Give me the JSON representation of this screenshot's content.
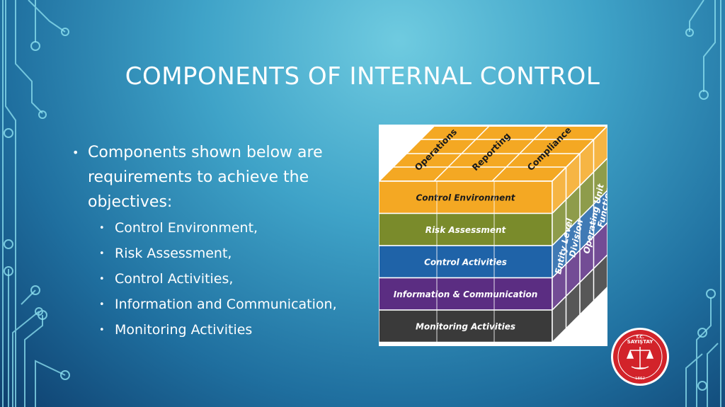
{
  "slide": {
    "title": "COMPONENTS OF INTERNAL CONTROL"
  },
  "body": {
    "main_bullet": "Components shown below are requirements to achieve the objectives:",
    "sub_bullets": [
      "Control Environment,",
      "Risk Assessment,",
      "Control Activities,",
      "Information and Communication,",
      "Monitoring Activities"
    ]
  },
  "cube": {
    "top_labels": [
      "Operations",
      "Reporting",
      "Compliance"
    ],
    "front_layers": [
      {
        "label": "Control Environment",
        "color": "#f4a823",
        "text_color": "#1a1a1a"
      },
      {
        "label": "Risk Assessment",
        "color": "#7a8b2b",
        "text_color": "#ffffff"
      },
      {
        "label": "Control Activities",
        "color": "#1f63a8",
        "text_color": "#ffffff"
      },
      {
        "label": "Information & Communication",
        "color": "#5b2d82",
        "text_color": "#ffffff"
      },
      {
        "label": "Monitoring Activities",
        "color": "#3a3a3a",
        "text_color": "#ffffff"
      }
    ],
    "side_labels": [
      "Entity Level",
      "Division",
      "Operating Unit",
      "Function"
    ],
    "top_color": "#f4a823"
  },
  "seal": {
    "top_text": "T.C.",
    "name": "SAYIŞTAY",
    "year": "1862",
    "color": "#d2232a"
  }
}
